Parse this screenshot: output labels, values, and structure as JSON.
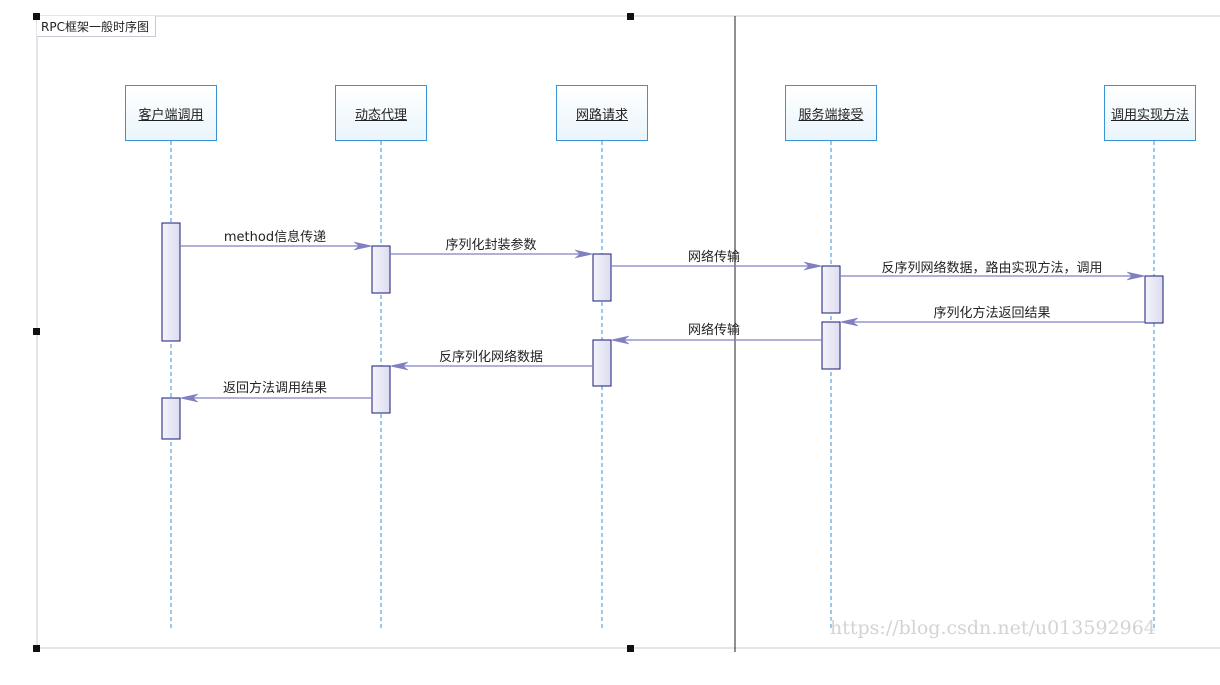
{
  "frame": {
    "title": "RPC框架一般时序图"
  },
  "lifelines": [
    {
      "id": "client",
      "label": "客户端调用"
    },
    {
      "id": "proxy",
      "label": "动态代理"
    },
    {
      "id": "network",
      "label": "网路请求"
    },
    {
      "id": "server",
      "label": "服务端接受"
    },
    {
      "id": "impl",
      "label": "调用实现方法"
    }
  ],
  "messages": [
    {
      "label": "method信息传递",
      "from": "client",
      "to": "proxy"
    },
    {
      "label": "序列化封装参数",
      "from": "proxy",
      "to": "network"
    },
    {
      "label": "网络传输",
      "from": "network",
      "to": "server"
    },
    {
      "label": "反序列网络数据，路由实现方法，调用",
      "from": "server",
      "to": "impl"
    },
    {
      "label": "序列化方法返回结果",
      "from": "impl",
      "to": "server"
    },
    {
      "label": "网络传输",
      "from": "server",
      "to": "network"
    },
    {
      "label": "反序列化网络数据",
      "from": "network",
      "to": "proxy"
    },
    {
      "label": "返回方法调用结果",
      "from": "proxy",
      "to": "client"
    }
  ],
  "watermark": "https://blog.csdn.net/u013592964",
  "colors": {
    "box_border": "#3a93d4",
    "lifeline": "#3a93d4",
    "activation_border": "#1a1a7a",
    "activation_fill": "#e6e6f5",
    "arrow": "#8080c0"
  }
}
